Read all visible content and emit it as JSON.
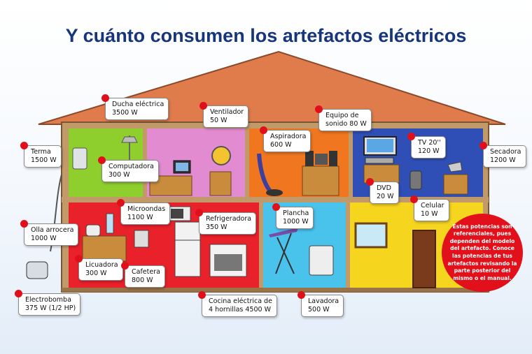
{
  "title": "Y cuánto consumen los artefactos eléctricos",
  "colors": {
    "title": "#16357a",
    "roof": "#e07b4b",
    "accent_dot": "#e0101b",
    "note_bg": "#e2101a"
  },
  "appliances": [
    {
      "id": "termo",
      "name": "Terma",
      "power": "1500 W"
    },
    {
      "id": "ducha",
      "name": "Ducha eléctrica",
      "power": "3500 W"
    },
    {
      "id": "ventilador",
      "name": "Ventilador",
      "power": "50 W"
    },
    {
      "id": "aspiradora",
      "name": "Aspiradora",
      "power": "600 W"
    },
    {
      "id": "equipo",
      "name": "Equipo de",
      "name2": "sonido 80 W"
    },
    {
      "id": "tv",
      "name": "TV 20''",
      "power": "120 W"
    },
    {
      "id": "secadora",
      "name": "Secadora",
      "power": "1200 W"
    },
    {
      "id": "computadora",
      "name": "Computadora",
      "power": "300 W"
    },
    {
      "id": "dvd",
      "name": "DVD",
      "power": "20 W"
    },
    {
      "id": "celular",
      "name": "Celular",
      "power": "10 W"
    },
    {
      "id": "microondas",
      "name": "Microondas",
      "power": "1100 W"
    },
    {
      "id": "refrigeradora",
      "name": "Refrigeradora",
      "power": "350 W"
    },
    {
      "id": "plancha",
      "name": "Plancha",
      "power": "1000 W"
    },
    {
      "id": "olla",
      "name": "Olla arrocera",
      "power": "1000 W"
    },
    {
      "id": "licuadora",
      "name": "Licuadora",
      "power": "300 W"
    },
    {
      "id": "cafetera",
      "name": "Cafetera",
      "power": "800 W"
    },
    {
      "id": "electrobomba",
      "name": "Electrobomba",
      "power": "375 W (1/2 HP)"
    },
    {
      "id": "cocina",
      "name": "Cocina eléctrica de",
      "power": "4 hornillas 4500 W"
    },
    {
      "id": "lavadora",
      "name": "Lavadora",
      "power": "500 W"
    }
  ],
  "note": "Estas potencias son referenciales, pues dependen del modelo del artefacto. Conoce las potencias de tus artefactos revisando la parte posterior del mismo o el manual."
}
